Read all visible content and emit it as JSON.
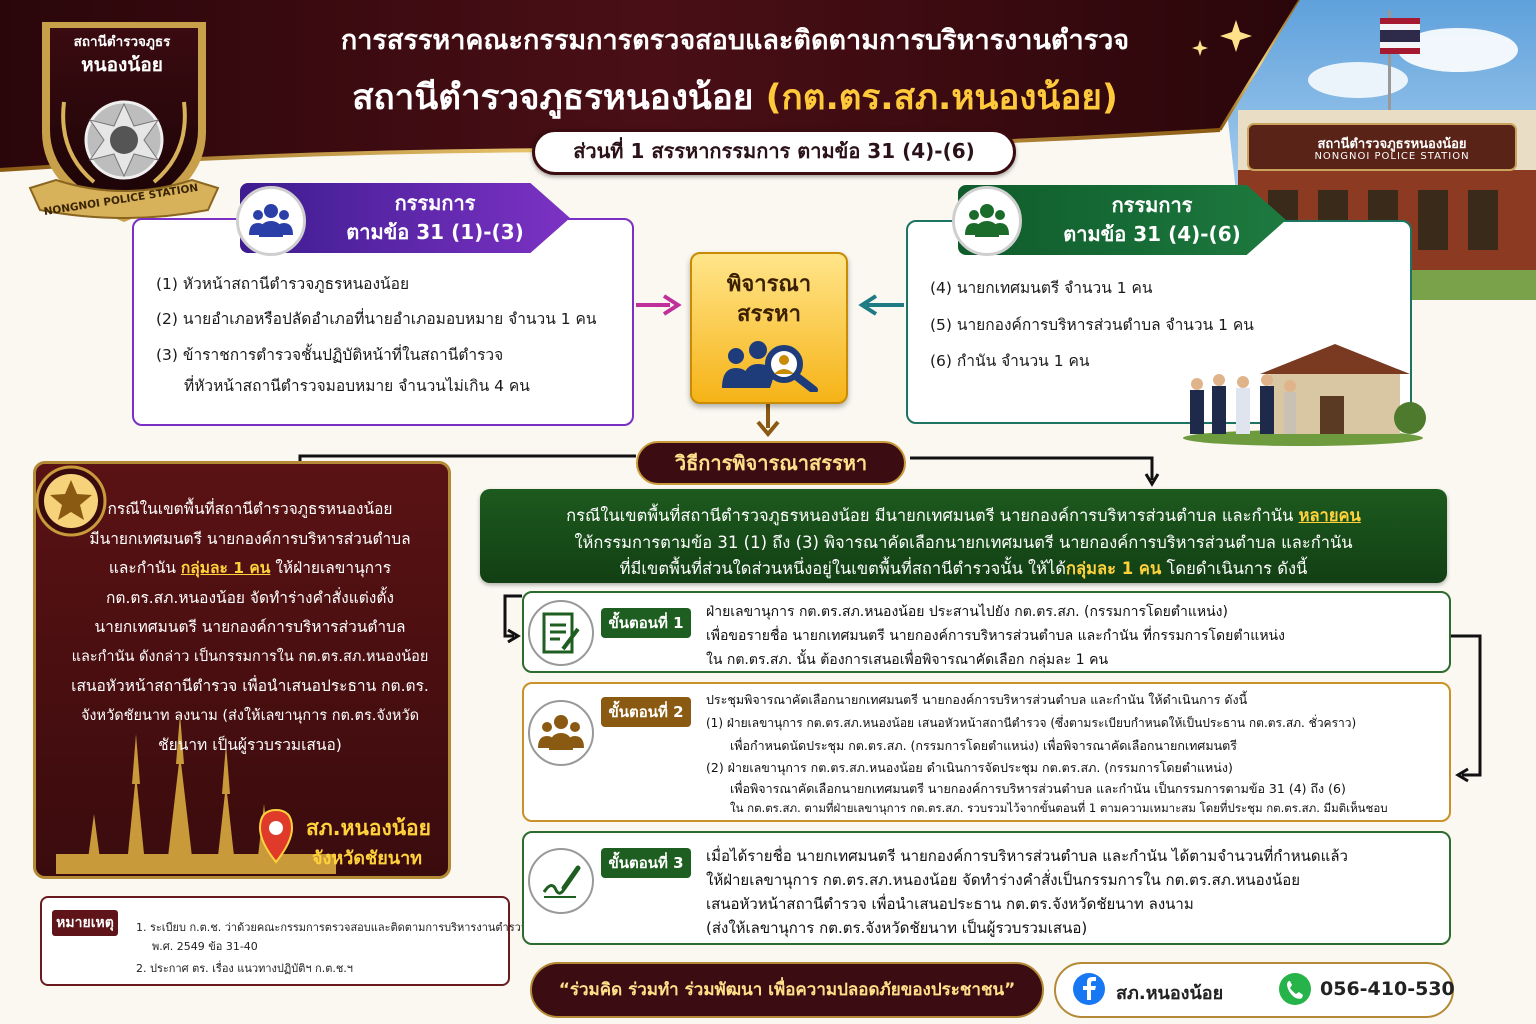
{
  "header": {
    "title_line1": "การสรรหาคณะกรรมการตรวจสอบและติดตามการบริหารงานตำรวจ",
    "title_line2_main": "สถานีตำรวจภูธรหนองน้อย",
    "title_line2_paren": "(กต.ตร.สภ.หนองน้อย)",
    "part_label": "ส่วนที่ 1 สรรหากรรมการ ตามข้อ 31 (4)-(6)"
  },
  "logo": {
    "line1": "สถานีตำรวจภูธร",
    "line2": "หนองน้อย",
    "ribbon": "NONGNOI POLICE STATION"
  },
  "station_sign": {
    "thai": "สถานีตำรวจภูธรหนองน้อย",
    "english": "NONGNOI POLICE STATION"
  },
  "left_committee": {
    "banner_line1": "กรรมการ",
    "banner_line2": "ตามข้อ 31 (1)-(3)",
    "items": [
      "(1)  หัวหน้าสถานีตำรวจภูธรหนองน้อย",
      "(2)  นายอำเภอหรือปลัดอำเภอที่นายอำเภอมอบหมาย  จำนวน 1 คน",
      "(3)  ข้าราชการตำรวจชั้นปฏิบัติหน้าที่ในสถานีตำรวจ",
      "ที่หัวหน้าสถานีตำรวจมอบหมาย  จำนวนไม่เกิน 4 คน"
    ]
  },
  "right_committee": {
    "banner_line1": "กรรมการ",
    "banner_line2": "ตามข้อ 31 (4)-(6)",
    "items": [
      "(4)  นายกเทศมนตรี  จำนวน 1 คน",
      "(5)  นายกองค์การบริหารส่วนตำบล  จำนวน 1 คน",
      "(6)  กำนัน  จำนวน 1 คน"
    ]
  },
  "center": {
    "line1": "พิจารณา",
    "line2": "สรรหา",
    "method_label": "วิธีการพิจารณาสรรหา"
  },
  "left_panel": {
    "lines": [
      "กรณีในเขตพื้นที่สถานีตำรวจภูธรหนองน้อย",
      "มีนายกเทศมนตรี นายกองค์การบริหารส่วนตำบล",
      "และกำนัน",
      "กลุ่มละ 1 คน",
      "ให้ฝ่ายเลขานุการ",
      "กต.ตร.สภ.หนองน้อย  จัดทำร่างคำสั่งแต่งตั้ง",
      "นายกเทศมนตรี นายกองค์การบริหารส่วนตำบล",
      "และกำนัน  ดังกล่าว เป็นกรรมการใน กต.ตร.สภ.หนองน้อย",
      "เสนอหัวหน้าสถานีตำรวจ  เพื่อนำเสนอประธาน กต.ตร.",
      "จังหวัดชัยนาท ลงนาม (ส่งให้เลขานุการ กต.ตร.จังหวัด",
      "ชัยนาท เป็นผู้รวบรวมเสนอ)"
    ],
    "location_line1": "สภ.หนองน้อย",
    "location_line2": "จังหวัดชัยนาท"
  },
  "note": {
    "label": "หมายเหตุ",
    "lines": [
      "1.  ระเบียบ ก.ต.ช. ว่าด้วยคณะกรรมการตรวจสอบและติดตามการบริหารงานตำรวจ",
      "พ.ศ. 2549  ข้อ 31-40",
      "2.  ประกาศ ตร. เรื่อง แนวทางปฏิบัติฯ ก.ต.ช.ฯ"
    ]
  },
  "main_case": {
    "line1_a": "กรณีในเขตพื้นที่สถานีตำรวจภูธรหนองน้อย มีนายกเทศมนตรี นายกองค์การบริหารส่วนตำบล และกำนัน ",
    "line1_b": "หลายคน",
    "line2": "ให้กรรมการตามข้อ 31 (1) ถึง (3) พิจารณาคัดเลือกนายกเทศมนตรี นายกองค์การบริหารส่วนตำบล และกำนัน",
    "line3_a": "ที่มีเขตพื้นที่ส่วนใดส่วนหนึ่งอยู่ในเขตพื้นที่สถานีตำรวจนั้น  ให้ได้",
    "line3_b": "กลุ่มละ 1 คน",
    "line3_c": " โดยดำเนินการ ดังนี้"
  },
  "steps": [
    {
      "label": "ขั้นตอนที่ 1",
      "lines": [
        "ฝ่ายเลขานุการ กต.ตร.สภ.หนองน้อย ประสานไปยัง กต.ตร.สภ. (กรรมการโดยตำแหน่ง)",
        "เพื่อขอรายชื่อ  นายกเทศมนตรี  นายกองค์การบริหารส่วนตำบล และกำนัน  ที่กรรมการโดยตำแหน่ง",
        "ใน  กต.ตร.สภ.  นั้น  ต้องการเสนอเพื่อพิจารณาคัดเลือก  กลุ่มละ 1 คน"
      ]
    },
    {
      "label": "ขั้นตอนที่ 2",
      "lines": [
        "ประชุมพิจารณาคัดเลือกนายกเทศมนตรี นายกองค์การบริหารส่วนตำบล และกำนัน ให้ดำเนินการ ดังนี้",
        "(1)  ฝ่ายเลขานุการ กต.ตร.สภ.หนองน้อย เสนอหัวหน้าสถานีตำรวจ (ซึ่งตามระเบียบกำหนดให้เป็นประธาน กต.ตร.สภ. ชั่วคราว)",
        "เพื่อกำหนดนัดประชุม กต.ตร.สภ. (กรรมการโดยตำแหน่ง) เพื่อพิจารณาคัดเลือกนายกเทศมนตรี",
        "(2)  ฝ่ายเลขานุการ กต.ตร.สภ.หนองน้อย ดำเนินการจัดประชุม กต.ตร.สภ. (กรรมการโดยตำแหน่ง)",
        "เพื่อพิจารณาคัดเลือกนายกเทศมนตรี นายกองค์การบริหารส่วนตำบล และกำนัน เป็นกรรมการตามข้อ 31 (4) ถึง (6)",
        "ใน กต.ตร.สภ. ตามที่ฝ่ายเลขานุการ กต.ตร.สภ. รวบรวมไว้จากขั้นตอนที่ 1 ตามความเหมาะสม โดยที่ประชุม กต.ตร.สภ. มีมติเห็นชอบ"
      ]
    },
    {
      "label": "ขั้นตอนที่ 3",
      "lines": [
        "เมื่อได้รายชื่อ นายกเทศมนตรี นายกองค์การบริหารส่วนตำบล และกำนัน ได้ตามจำนวนที่กำหนดแล้ว",
        "ให้ฝ่ายเลขานุการ กต.ตร.สภ.หนองน้อย  จัดทำร่างคำสั่งเป็นกรรมการใน กต.ตร.สภ.หนองน้อย",
        "เสนอหัวหน้าสถานีตำรวจ  เพื่อนำเสนอประธาน  กต.ตร.จังหวัดชัยนาท ลงนาม",
        "(ส่งให้เลขานุการ กต.ตร.จังหวัดชัยนาท เป็นผู้รวบรวมเสนอ)"
      ]
    }
  ],
  "footer": {
    "slogan": "“ร่วมคิด ร่วมทำ ร่วมพัฒนา เพื่อความปลอดภัยของประชาชน”",
    "facebook": "สภ.หนองน้อย",
    "phone": "056-410-530"
  },
  "colors": {
    "maroon": "#3b0c12",
    "gold": "#ffd23c",
    "purple": "#7b2fc4",
    "green": "#1d5a1e",
    "teal": "#1d7462"
  }
}
